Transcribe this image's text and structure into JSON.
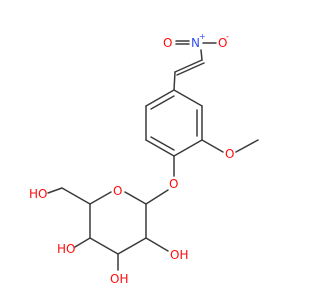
{
  "molecule": {
    "atoms": {
      "nitro_o_left": "O",
      "nitro_o_right": "O",
      "nitro_n": "N",
      "nitro_n_charge": "+",
      "nitro_o_charge": "-",
      "methoxy_o": "O",
      "aryl_ether_o": "O",
      "ring_o": "O",
      "hydroxymethyl_oh": "HO",
      "oh_c2": "OH",
      "oh_c3": "OH",
      "oh_c4": "HO"
    },
    "colors": {
      "bond": "#3a3a3a",
      "oxygen": "#ff0d0d",
      "nitrogen": "#3050f8"
    }
  }
}
